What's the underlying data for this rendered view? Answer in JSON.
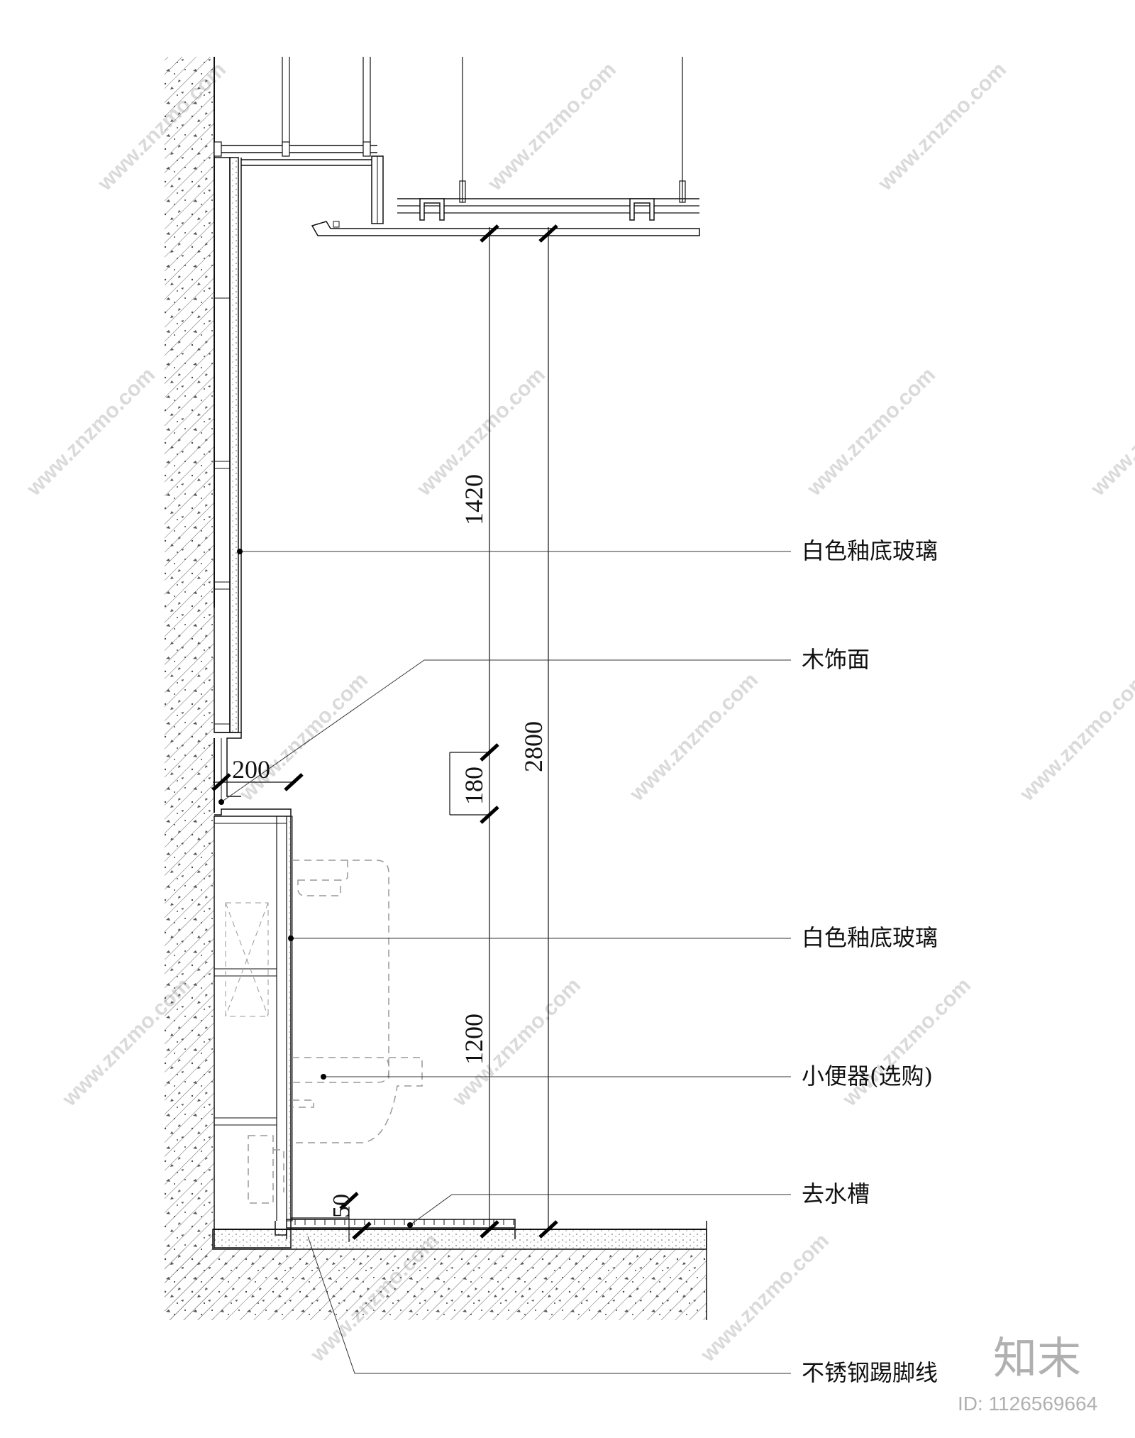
{
  "labels": {
    "glass_upper": "白色釉底玻璃",
    "wood_finish": "木饰面",
    "glass_lower": "白色釉底玻璃",
    "urinal": "小便器(选购)",
    "drain": "去水槽",
    "skirting": "不锈钢踢脚线"
  },
  "dimensions": {
    "d1420": "1420",
    "d2800": "2800",
    "d180": "180",
    "d200": "200",
    "d1200": "1200",
    "d50": "50"
  },
  "watermark": {
    "text": "www.znzmo.com",
    "logo": "知末",
    "id": "ID: 1126569664"
  },
  "colors": {
    "line": "#111111",
    "hatch": "#555555",
    "watermark": "#bdbdbd"
  }
}
